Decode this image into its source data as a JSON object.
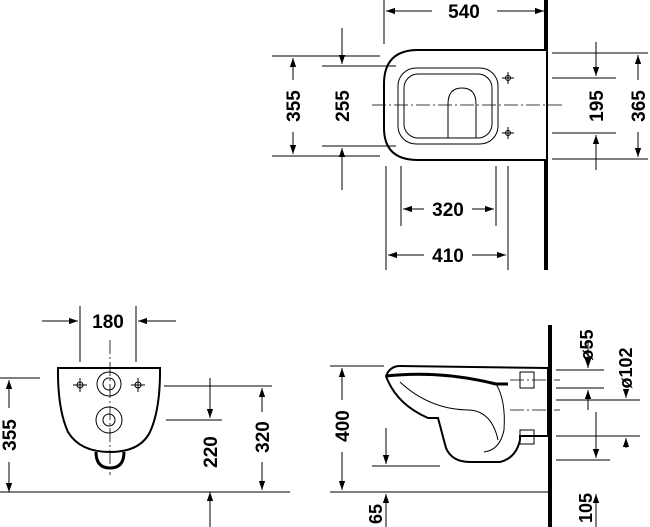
{
  "top_view": {
    "d540": "540",
    "d355": "355",
    "d255": "255",
    "d195": "195",
    "d365": "365",
    "d320": "320",
    "d410": "410"
  },
  "front_view": {
    "d180": "180",
    "d355": "355",
    "d220": "220",
    "d320": "320"
  },
  "side_view": {
    "d400": "400",
    "d65": "65",
    "d105": "105",
    "dia55": "ø55",
    "dia102": "ø102"
  }
}
